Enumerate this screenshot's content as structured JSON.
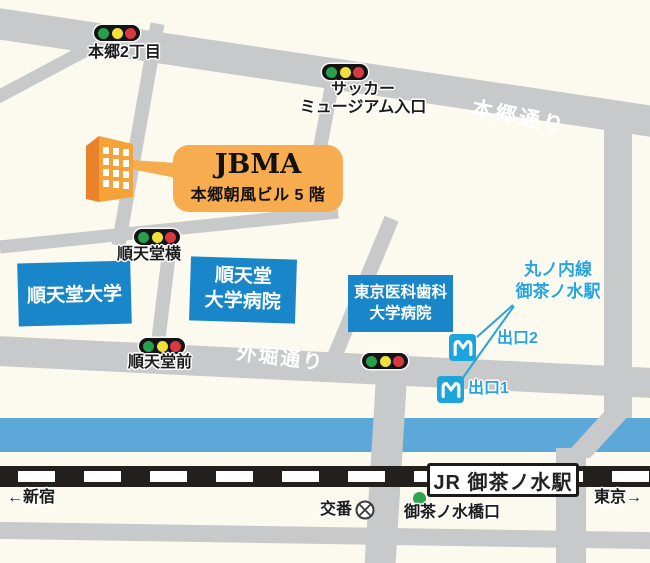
{
  "colors": {
    "background": "#FCF9EE",
    "road": "#C8C9CA",
    "river": "#5BA8D9",
    "facility_blue": "#1886C8",
    "metro_cyan": "#29A4DB",
    "metro_box": "#1CA5DC",
    "accent_orange": "#F7AC4F",
    "building_front": "#F5A338",
    "building_side": "#E9832B",
    "rail_black": "#231F1C",
    "signal_green": "#27A04D",
    "signal_yellow": "#F0E03A",
    "signal_red": "#D63940",
    "exit_dot_green": "#2DA44E"
  },
  "roads": {
    "hongo_dori": "本郷通り",
    "sotobori_dori": "外堀通り"
  },
  "signals": [
    {
      "label": "本郷2丁目"
    },
    {
      "label_line1": "サッカー",
      "label_line2": "ミュージアム入口"
    },
    {
      "label": "順天堂横"
    },
    {
      "label": "順天堂前"
    }
  ],
  "facilities": {
    "juntendo_univ": "順天堂大学",
    "juntendo_hosp_line1": "順天堂",
    "juntendo_hosp_line2": "大学病院",
    "tmd_hosp_line1": "東京医科歯科",
    "tmd_hosp_line2": "大学病院"
  },
  "destination": {
    "name": "JBMA",
    "building": "本郷朝風ビル 5 階"
  },
  "metro": {
    "line_name": "丸ノ内線",
    "station_name": "御茶ノ水駅",
    "exit2": "出口2",
    "exit1": "出口1"
  },
  "jr": {
    "station": "JR 御茶ノ水駅",
    "exit_gate": "御茶ノ水橋口",
    "koban": "交番",
    "to_shinjuku": "←新宿",
    "to_tokyo": "東京→"
  }
}
